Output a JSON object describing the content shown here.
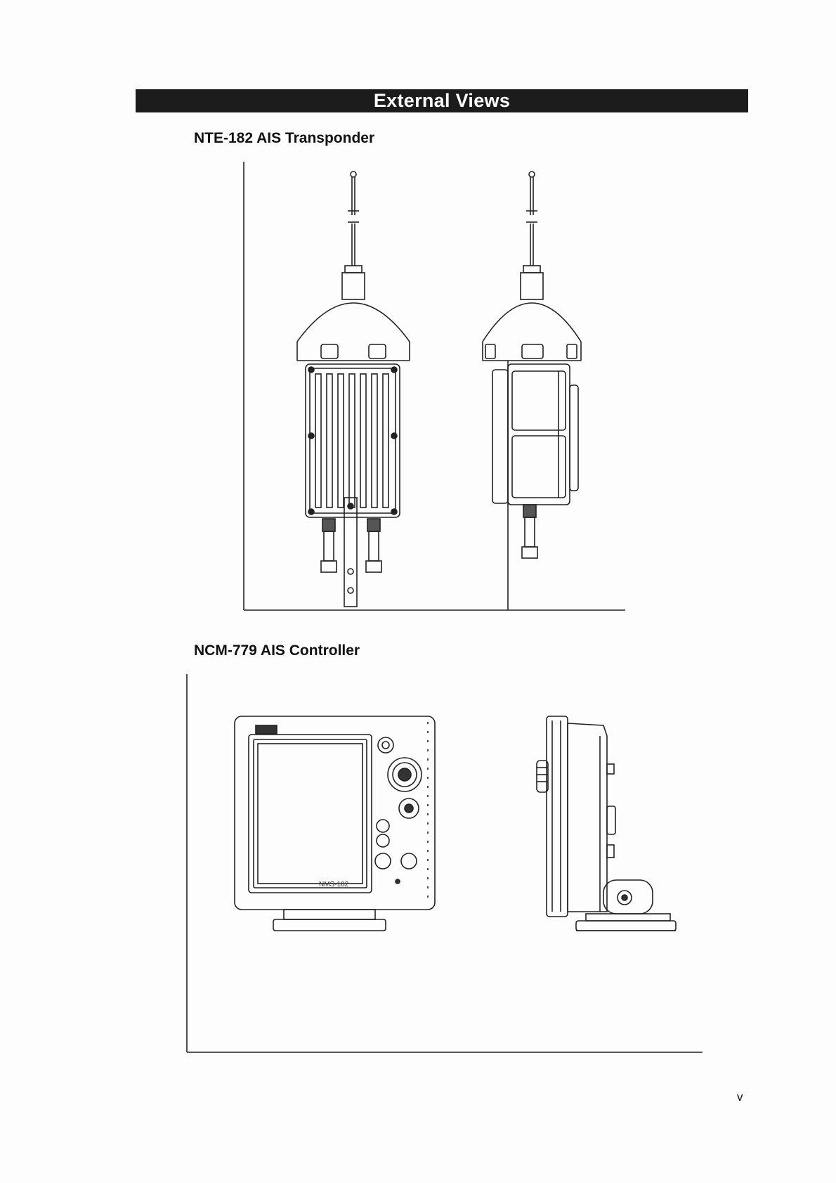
{
  "header": {
    "title": "External Views"
  },
  "sections": [
    {
      "title": "NTE-182 AIS Transponder"
    },
    {
      "title": "NCM-779 AIS Controller"
    }
  ],
  "controller_badge": "NMS-182",
  "page_number": "v"
}
